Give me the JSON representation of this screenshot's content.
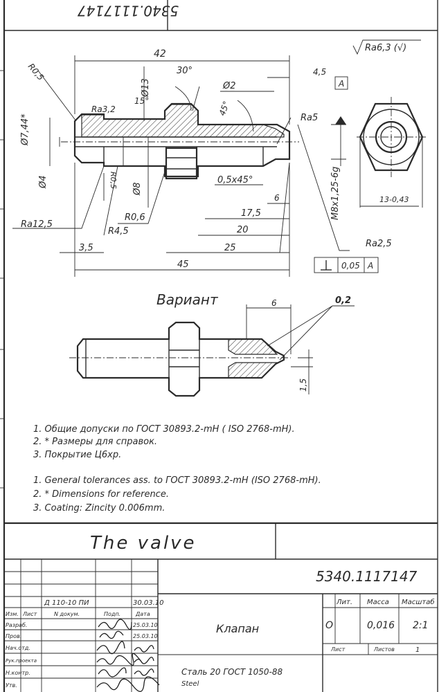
{
  "drawing": {
    "stamp_number_rotated": "5340.1117147",
    "roughness_general": "Ra6,3 (√)",
    "dims": {
      "d42": "42",
      "d45_5": "4,5",
      "d30deg": "30°",
      "d13": "Ø13",
      "d2": "Ø2",
      "d15deg": "15°",
      "d45deg": "45°",
      "ra32": "Ra3,2",
      "r05": "R0,5",
      "d744": "Ø7,44*",
      "d4": "Ø4",
      "r05b": "R0,5",
      "d8": "Ø8",
      "ra5": "Ra5",
      "chamfer": "0,5x45°",
      "d6": "6",
      "thread": "M8x1,25-6g",
      "d175": "17,5",
      "r06": "R0,6",
      "d20": "20",
      "ra125": "Ra12,5",
      "r45": "R4,5",
      "d25": "25",
      "d35": "3,5",
      "d45": "45",
      "ra25": "Ra2,5",
      "datum": "A",
      "tol_val": "0,05",
      "tol_datum": "A",
      "d13_hex": "13-0,43"
    },
    "variant_title": "Вариант",
    "variant_dims": {
      "d6": "6",
      "d02": "0,2",
      "d15": "1,5"
    }
  },
  "notes_ru": [
    "1. Общие допуски по ГОСТ 30893.2-mH ( ISO 2768-mH).",
    "2. * Размеры для справок.",
    "3. Покрытие Ц6хр."
  ],
  "notes_en": [
    "1. General tolerances ass. to ГОСТ 30893.2-mH (ISO 2768-mH).",
    "2. * Dimensions for reference.",
    "3. Coating: Zincity 0.006mm."
  ],
  "title_block": {
    "name_en": "The valve",
    "doc_number": "5340.1117147",
    "name_ru": "Клапан",
    "material": "Сталь 20 ГОСТ 1050-88",
    "material_en": "Steel",
    "change_no": "Д 110-10 ПИ",
    "change_date": "30.03.10",
    "headers": {
      "izm": "Изм.",
      "list": "Лист",
      "doc": "N докум.",
      "podp": "Подп.",
      "date": "Дата"
    },
    "roles": [
      "Разраб.",
      "Пров.",
      "Нач.отд.",
      "Рук.проекта",
      "Н.контр.",
      "Утв."
    ],
    "dates": [
      "25.03.10",
      "25.03.10"
    ],
    "lit_label": "Лит.",
    "mass_label": "Масса",
    "scale_label": "Масштаб",
    "lit_value": "О",
    "mass_value": "0,016",
    "scale_value": "2:1",
    "sheet_label": "Лист",
    "sheets_label": "Листов",
    "sheets_value": "1"
  }
}
